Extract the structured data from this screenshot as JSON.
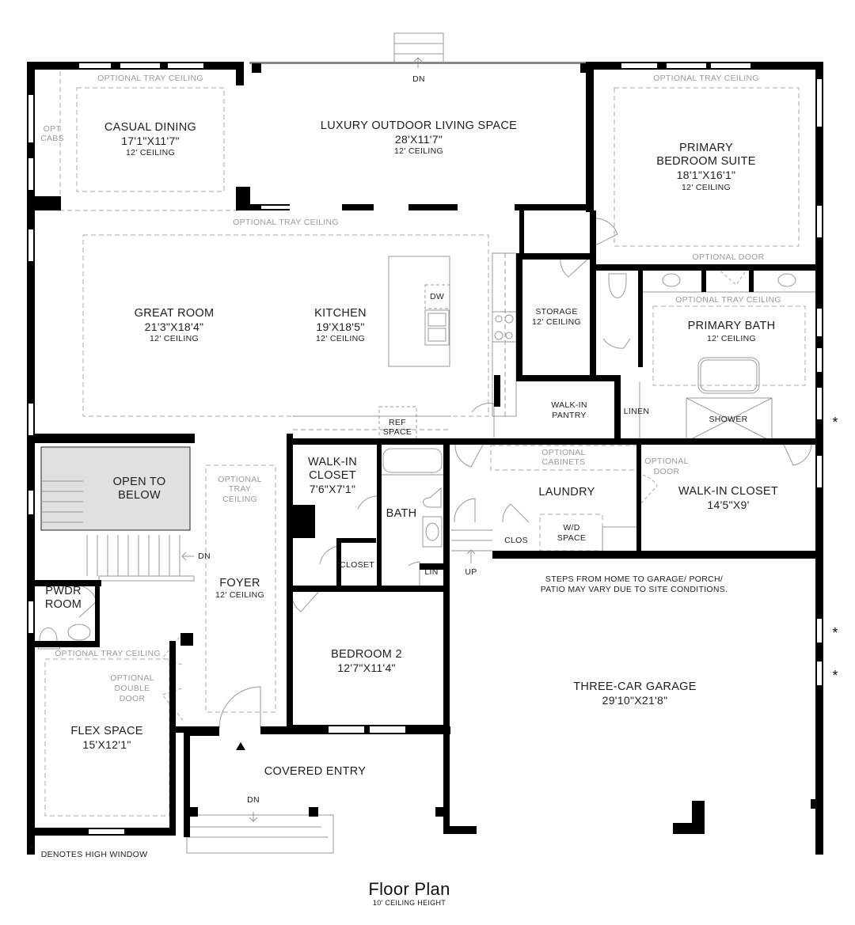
{
  "plan": {
    "title": "Floor Plan",
    "subtitle": "10' CEILING HEIGHT",
    "legend": {
      "symbol": "*",
      "text": "DENOTES HIGH WINDOW"
    },
    "colors": {
      "wall": "#000000",
      "line": "#999999",
      "dashed": "#aaaaaa",
      "open_to_below": "#e0e0e0"
    }
  },
  "rooms": {
    "casual_dining": {
      "name": "CASUAL DINING",
      "dim": "17'1\"X11'7\"",
      "ceiling": "12' CEILING",
      "option": "OPTIONAL TRAY CEILING"
    },
    "opt_cabs": {
      "line1": "OPT",
      "line2": "CABS"
    },
    "outdoor": {
      "name": "LUXURY OUTDOOR LIVING SPACE",
      "dim": "28'X11'7\"",
      "ceiling": "12' CEILING",
      "stair": "DN"
    },
    "primary_suite": {
      "line1": "PRIMARY",
      "line2": "BEDROOM SUITE",
      "dim": "18'1\"X16'1\"",
      "ceiling": "12' CEILING",
      "option": "OPTIONAL TRAY CEILING",
      "opt_door": "OPTIONAL DOOR"
    },
    "great_room": {
      "name": "GREAT ROOM",
      "dim": "21'3\"X18'4\"",
      "ceiling": "12' CEILING",
      "option": "OPTIONAL TRAY CEILING"
    },
    "kitchen": {
      "name": "KITCHEN",
      "dim": "19'X18'5\"",
      "ceiling": "12' CEILING",
      "dw": "DW",
      "ref_line1": "REF",
      "ref_line2": "SPACE"
    },
    "storage": {
      "name": "STORAGE",
      "ceiling": "12' CEILING"
    },
    "primary_bath": {
      "name": "PRIMARY BATH",
      "ceiling": "12' CEILING",
      "option": "OPTIONAL TRAY CEILING",
      "shower": "SHOWER",
      "linen": "LINEN"
    },
    "pantry": {
      "line1": "WALK-IN",
      "line2": "PANTRY"
    },
    "open_below": {
      "line1": "OPEN TO",
      "line2": "BELOW",
      "stair": "DN"
    },
    "foyer": {
      "name": "FOYER",
      "ceiling": "12' CEILING",
      "opt1": "OPTIONAL",
      "opt2": "TRAY",
      "opt3": "CEILING"
    },
    "walkin_closet_2": {
      "line1": "WALK-IN",
      "line2": "CLOSET",
      "dim": "7'6\"X7'1\""
    },
    "bath": {
      "name": "BATH",
      "closet": "CLOSET",
      "lin": "LIN"
    },
    "laundry": {
      "name": "LAUNDRY",
      "opt1": "OPTIONAL",
      "opt2": "CABINETS",
      "clos": "CLOS",
      "wd1": "W/D",
      "wd2": "SPACE",
      "up": "UP"
    },
    "walkin_closet_primary": {
      "name": "WALK-IN CLOSET",
      "dim": "14'5\"X9'",
      "opt1": "OPTIONAL",
      "opt2": "DOOR"
    },
    "pwdr": {
      "line1": "PWDR",
      "line2": "ROOM"
    },
    "bedroom2": {
      "name": "BEDROOM 2",
      "dim": "12'7\"X11'4\""
    },
    "flex": {
      "name": "FLEX SPACE",
      "dim": "15'X12'1\"",
      "option": "OPTIONAL TRAY CEILING",
      "opt1": "OPTIONAL",
      "opt2": "DOUBLE",
      "opt3": "DOOR"
    },
    "covered_entry": {
      "name": "COVERED ENTRY",
      "stair": "DN"
    },
    "garage": {
      "name": "THREE-CAR GARAGE",
      "dim": "29'10\"X21'8\"",
      "note1": "STEPS FROM HOME TO GARAGE/ PORCH/",
      "note2": "PATIO MAY VARY DUE TO SITE CONDITIONS."
    }
  },
  "high_window_markers": [
    "*",
    "*",
    "*"
  ]
}
